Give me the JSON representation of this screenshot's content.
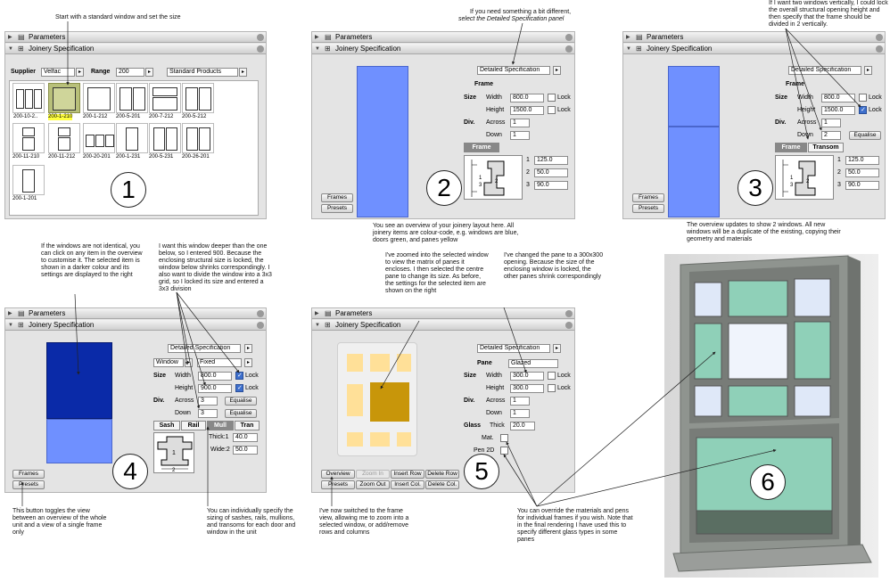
{
  "header": {
    "parameters": "Parameters",
    "joinery": "Joinery Specification"
  },
  "colors": {
    "window_blue": "#6f90ff",
    "dark_blue": "#0a2aa8",
    "pane_yellow": "#ffe098",
    "pane_selected": "#c8960a",
    "panel_bg": "#e4e4e4"
  },
  "captions": {
    "c1": "Start with a standard window and set the size",
    "c2a": "If you need something a bit different,",
    "c2b": "select the Detailed Specification panel",
    "c2c": "You see an overview of your joinery layout here. All joinery items are colour-code, e.g. windows are blue, doors green, and panes yellow",
    "c3": "If I want two windows vertically, I could lock the overall structural opening height and then specify that the frame should be divided in 2 vertically.",
    "c3b": "The overview updates to show 2 windows. All new windows will be a duplicate of the existing, copying their geometry and materials",
    "c4a": "If the windows are not identical, you can click on any item in the overview to customise it. The selected item is shown in a darker colour and its settings are displayed to the right",
    "c4b": "I want this window deeper than the one below, so I entered 900. Because the enclosing structural size is locked, the window below shrinks correspondingly. I also want to divide the window into a 3x3 grid, so I locked its size and entered a 3x3 division",
    "c4c": "This button toggles the view between an overview of the whole unit and a view of a single frame only",
    "c4d": "You can individually specify the sizing of sashes, rails, mullions, and transoms for each door and window in the unit",
    "c5a": "I've zoomed into the selected window to view the matrix of panes it encloses. I then selected the centre pane to change its size. As before, the settings for the selected item are shown on the right",
    "c5b": "I've changed the pane to a 300x300 opening. Because the size of the enclosing window is locked, the other panes shrink correspondingly",
    "c5c": "I've now switched to the frame view, allowing me to zoom into a selected window, or add/remove rows and columns",
    "c5d": "You can override the materials and pens for individual frames if you wish. Note that in the final rendering I have used this to specify different glass types in some panes"
  },
  "p1": {
    "supplier_label": "Supplier",
    "supplier": "Velfac",
    "range_label": "Range",
    "range": "200",
    "products": "Standard Products",
    "thumbs": [
      "200-10-2..",
      "200-1-210",
      "200-1-212",
      "200-5-201",
      "200-7-212",
      "200-5-212",
      "200-11-210",
      "200-11-212",
      "200-20-201",
      "200-1-231",
      "200-5-231",
      "200-26-201",
      "200-1-201"
    ],
    "number": "1"
  },
  "p2": {
    "panel": "Detailed Specification",
    "frame": "Frame",
    "size": "Size",
    "width_label": "Width",
    "width": "800.0",
    "height_label": "Height",
    "height": "1500.0",
    "lock": "Lock",
    "div": "Div.",
    "across_label": "Across",
    "across": "1",
    "down_label": "Down",
    "down": "1",
    "tab_frame": "Frame",
    "v1": "125.0",
    "v2": "50.0",
    "v3": "90.0",
    "n1": "1",
    "n2": "2",
    "n3": "3",
    "frames": "Frames",
    "presets": "Presets",
    "number": "2"
  },
  "p3": {
    "width": "800.0",
    "height": "1500.0",
    "across": "1",
    "down": "2",
    "equalise": "Equalise",
    "tab_frame": "Frame",
    "tab_transom": "Transom",
    "v1": "125.0",
    "v2": "50.0",
    "v3": "90.0",
    "number": "3"
  },
  "p4": {
    "type": "Window",
    "mode": "Fixed",
    "width": "800.0",
    "height": "900.0",
    "across": "3",
    "down": "3",
    "tabs": [
      "Sash",
      "Rail",
      "Mull",
      "Tran"
    ],
    "thick_label": "Thick:1",
    "thick": "40.0",
    "wide_label": "Wide:2",
    "wide": "50.0",
    "number": "4"
  },
  "p5": {
    "pane": "Pane",
    "glazed": "Glazed",
    "width": "300.0",
    "height": "300.0",
    "across": "1",
    "down": "1",
    "glass": "Glass",
    "thick_label": "Thick",
    "thick": "20.0",
    "mat": "Mat.",
    "pen": "Pen 2D",
    "buttons": [
      "Overview",
      "Zoom In",
      "Insert Row",
      "Delete Row",
      "Presets",
      "Zoom Out",
      "Insert Col.",
      "Delete Col."
    ],
    "number": "5"
  },
  "p6": {
    "number": "6"
  }
}
